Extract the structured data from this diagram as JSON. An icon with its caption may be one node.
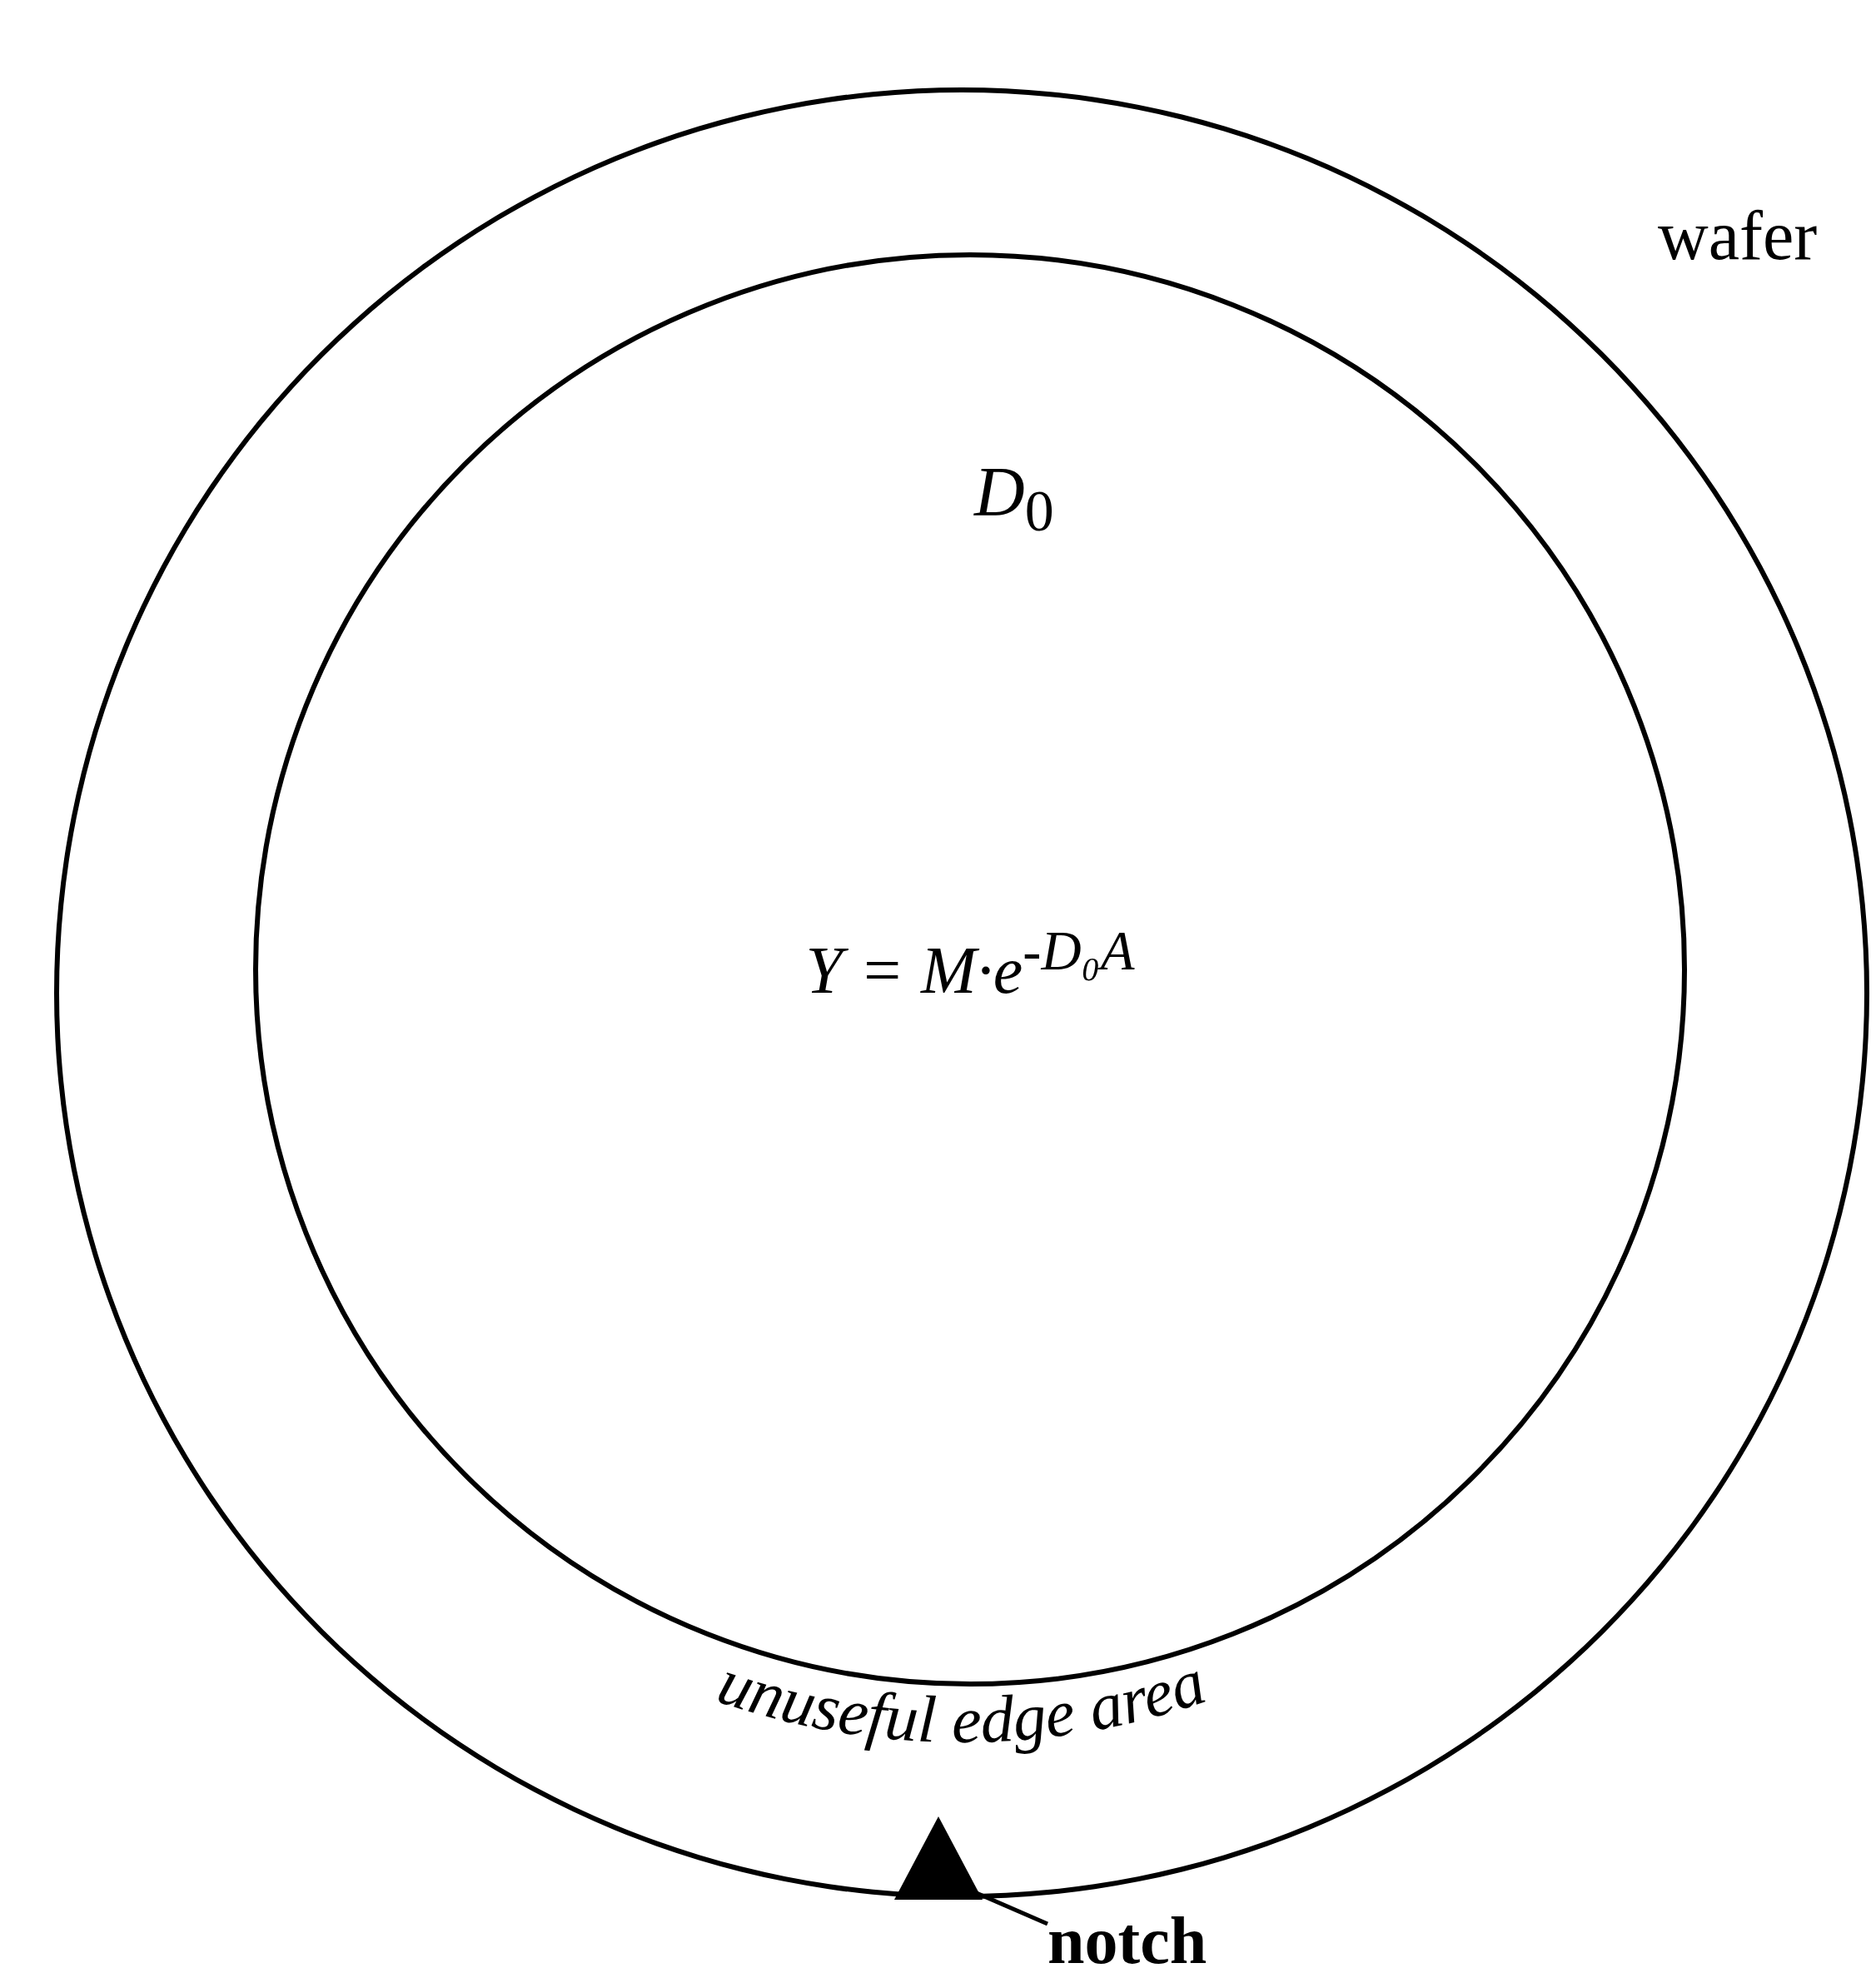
{
  "diagram": {
    "nodes": [
      {
        "text": [
          "wafer"
        ]
      },
      {
        "text": [
          "*D*$_{0}$",
          "Y = M·e$^{-D₀A}$"
        ],
        "in": 0
      },
      {
        "text": [],
        "shape": "triangle",
        "in": 0
      },
      {
        "text": [
          "notch"
        ]
      }
    ],
    "edges": [
      {
        "from": 3,
        "to": 2,
        "arrow": "none"
      }
    ],
    "labels": [
      "unuseful edge area"
    ]
  }
}
